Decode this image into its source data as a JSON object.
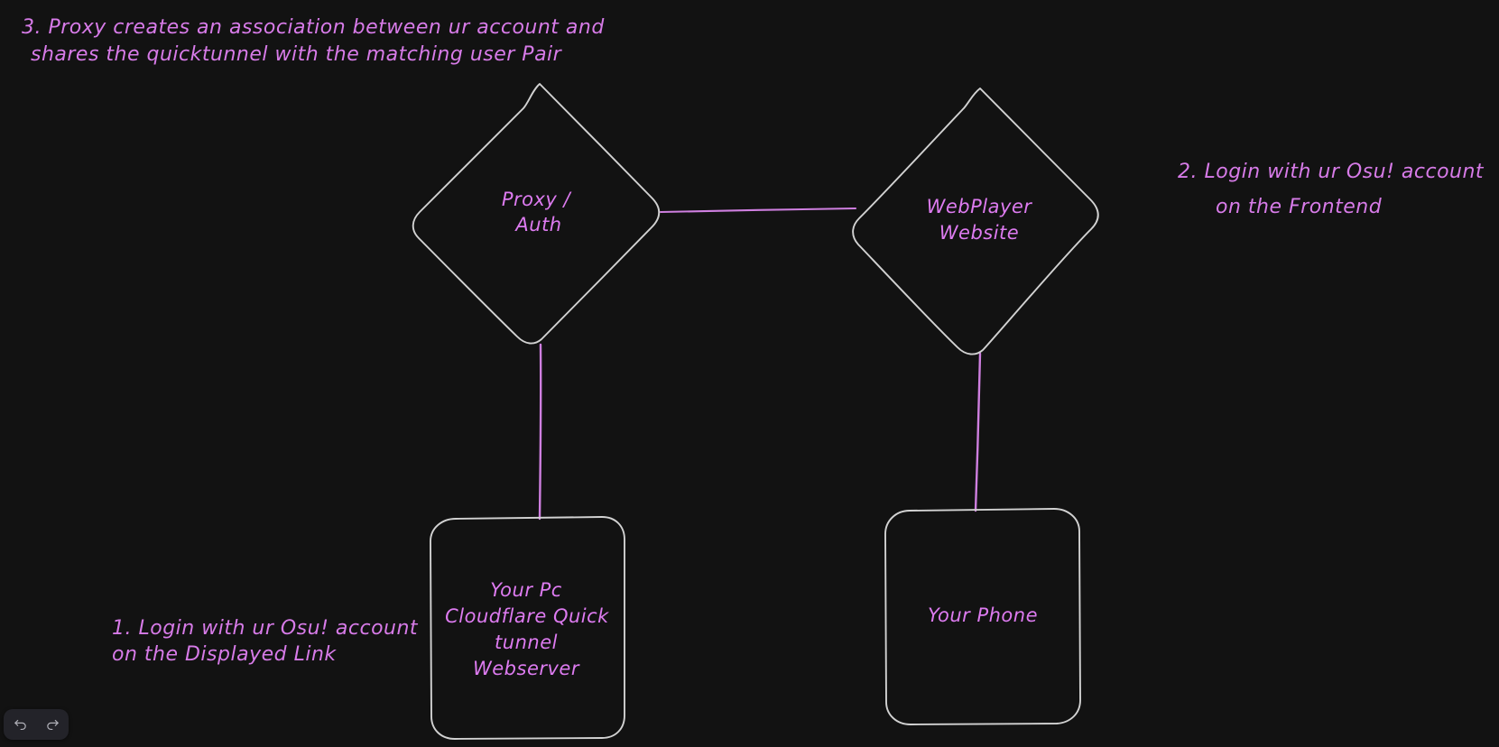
{
  "canvas": {
    "background_color": "#121212",
    "stroke_color": "#d2d2d2",
    "link_color": "#cf7fe0",
    "text_color": "#dd7bf0"
  },
  "annotations": [
    {
      "id": "step-3",
      "lines": [
        "3. Proxy creates an association between ur account and",
        "shares the quicktunnel with the matching user Pair"
      ]
    },
    {
      "id": "step-2",
      "lines": [
        "2. Login with ur Osu! account",
        "on the Frontend"
      ]
    },
    {
      "id": "step-1",
      "lines": [
        "1. Login with ur Osu! account",
        "on the Displayed Link"
      ]
    }
  ],
  "nodes": [
    {
      "id": "proxy-auth",
      "shape": "diamond",
      "lines": [
        "Proxy /",
        "Auth"
      ]
    },
    {
      "id": "webplayer-website",
      "shape": "diamond",
      "lines": [
        "WebPlayer",
        "Website"
      ]
    },
    {
      "id": "your-pc",
      "shape": "rectangle",
      "lines": [
        "Your Pc",
        "Cloudflare Quick",
        "tunnel",
        "Webserver"
      ]
    },
    {
      "id": "your-phone",
      "shape": "rectangle",
      "lines": [
        "Your Phone"
      ]
    }
  ],
  "connections": [
    {
      "id": "proxy-to-webplayer",
      "from": "proxy-auth",
      "to": "webplayer-website"
    },
    {
      "id": "proxy-to-your-pc",
      "from": "proxy-auth",
      "to": "your-pc"
    },
    {
      "id": "webplayer-to-your-phone",
      "from": "webplayer-website",
      "to": "your-phone"
    }
  ],
  "toolbar": {
    "undo_icon": "undo-arrow-icon",
    "redo_icon": "redo-arrow-icon"
  }
}
